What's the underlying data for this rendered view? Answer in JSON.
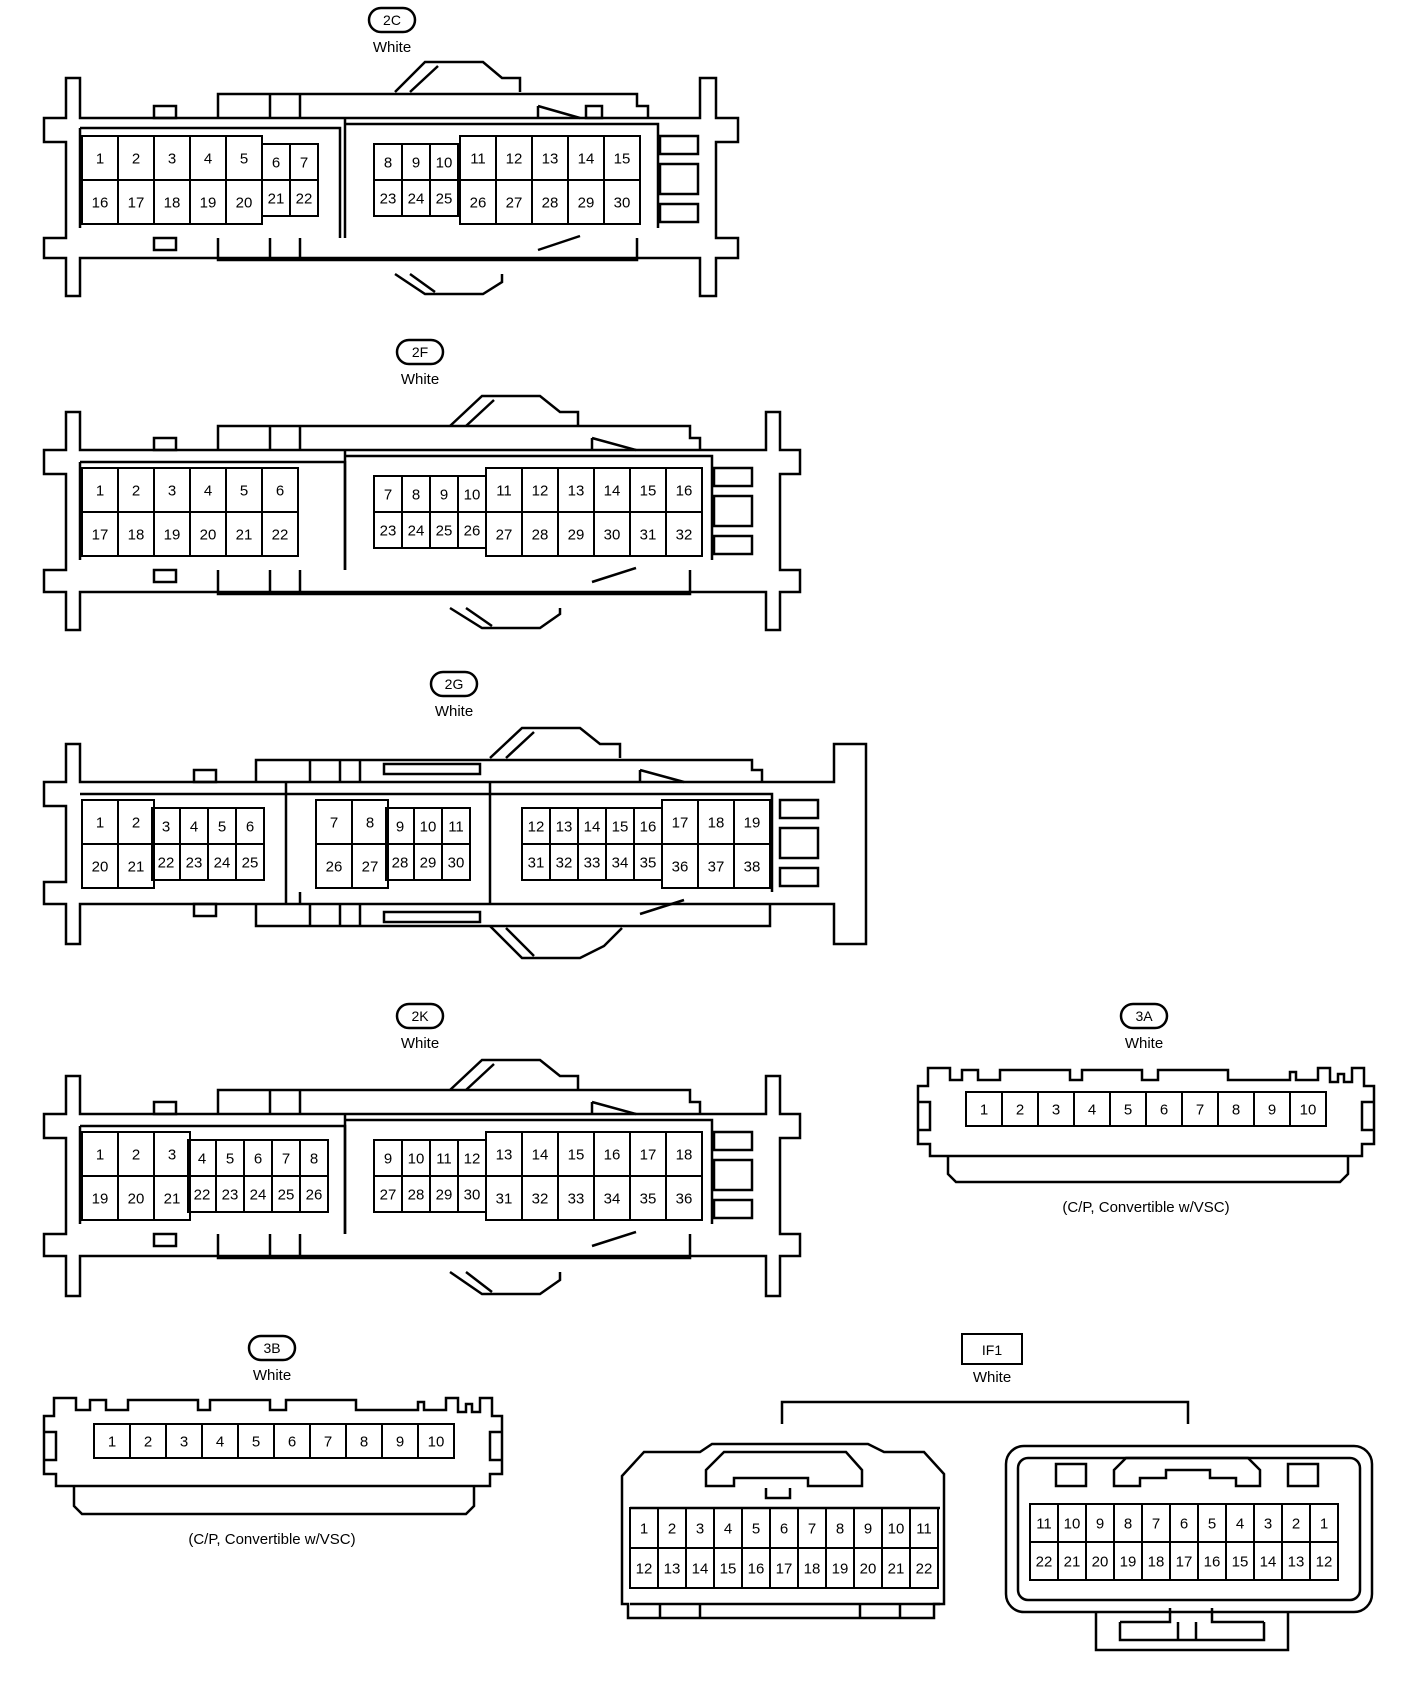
{
  "connectors": [
    {
      "id": "2C",
      "color": "White",
      "pins": {
        "A": {
          "top": [
            "1",
            "2",
            "3",
            "4",
            "5"
          ],
          "bot": [
            "16",
            "17",
            "18",
            "19",
            "20"
          ]
        },
        "B": {
          "top": [
            "6",
            "7"
          ],
          "bot": [
            "21",
            "22"
          ]
        },
        "C": {
          "top": [
            "8",
            "9",
            "10"
          ],
          "bot": [
            "23",
            "24",
            "25"
          ]
        },
        "D": {
          "top": [
            "11",
            "12",
            "13",
            "14",
            "15"
          ],
          "bot": [
            "26",
            "27",
            "28",
            "29",
            "30"
          ]
        }
      }
    },
    {
      "id": "2F",
      "color": "White",
      "pins": {
        "A": {
          "top": [
            "1",
            "2",
            "3",
            "4",
            "5",
            "6"
          ],
          "bot": [
            "17",
            "18",
            "19",
            "20",
            "21",
            "22"
          ]
        },
        "C": {
          "top": [
            "7",
            "8",
            "9",
            "10"
          ],
          "bot": [
            "23",
            "24",
            "25",
            "26"
          ]
        },
        "D": {
          "top": [
            "11",
            "12",
            "13",
            "14",
            "15",
            "16"
          ],
          "bot": [
            "27",
            "28",
            "29",
            "30",
            "31",
            "32"
          ]
        }
      }
    },
    {
      "id": "2G",
      "color": "White",
      "pins": {
        "A": {
          "top": [
            "1",
            "2"
          ],
          "bot": [
            "20",
            "21"
          ]
        },
        "B": {
          "top": [
            "3",
            "4",
            "5",
            "6"
          ],
          "bot": [
            "22",
            "23",
            "24",
            "25"
          ]
        },
        "C": {
          "top": [
            "7",
            "8"
          ],
          "bot": [
            "26",
            "27"
          ]
        },
        "D": {
          "top": [
            "9",
            "10",
            "11"
          ],
          "bot": [
            "28",
            "29",
            "30"
          ]
        },
        "E": {
          "top": [
            "12",
            "13",
            "14",
            "15",
            "16"
          ],
          "bot": [
            "31",
            "32",
            "33",
            "34",
            "35"
          ]
        },
        "F": {
          "top": [
            "17",
            "18",
            "19"
          ],
          "bot": [
            "36",
            "37",
            "38"
          ]
        }
      }
    },
    {
      "id": "2K",
      "color": "White",
      "pins": {
        "A": {
          "top": [
            "1",
            "2",
            "3"
          ],
          "bot": [
            "19",
            "20",
            "21"
          ]
        },
        "B": {
          "top": [
            "4",
            "5",
            "6",
            "7",
            "8"
          ],
          "bot": [
            "22",
            "23",
            "24",
            "25",
            "26"
          ]
        },
        "C": {
          "top": [
            "9",
            "10",
            "11",
            "12"
          ],
          "bot": [
            "27",
            "28",
            "29",
            "30"
          ]
        },
        "D": {
          "top": [
            "13",
            "14",
            "15",
            "16",
            "17",
            "18"
          ],
          "bot": [
            "31",
            "32",
            "33",
            "34",
            "35",
            "36"
          ]
        }
      }
    },
    {
      "id": "3A",
      "color": "White",
      "pins": [
        "1",
        "2",
        "3",
        "4",
        "5",
        "6",
        "7",
        "8",
        "9",
        "10"
      ],
      "caption": "(C/P, Convertible w/VSC)"
    },
    {
      "id": "3B",
      "color": "White",
      "pins": [
        "1",
        "2",
        "3",
        "4",
        "5",
        "6",
        "7",
        "8",
        "9",
        "10"
      ],
      "caption": "(C/P, Convertible w/VSC)"
    },
    {
      "id": "IF1",
      "color": "White",
      "left": {
        "top": [
          "1",
          "2",
          "3",
          "4",
          "5",
          "6",
          "7",
          "8",
          "9",
          "10",
          "11"
        ],
        "bot": [
          "12",
          "13",
          "14",
          "15",
          "16",
          "17",
          "18",
          "19",
          "20",
          "21",
          "22"
        ]
      },
      "right": {
        "top": [
          "11",
          "10",
          "9",
          "8",
          "7",
          "6",
          "5",
          "4",
          "3",
          "2",
          "1"
        ],
        "bot": [
          "22",
          "21",
          "20",
          "19",
          "18",
          "17",
          "16",
          "15",
          "14",
          "13",
          "12"
        ]
      }
    }
  ]
}
